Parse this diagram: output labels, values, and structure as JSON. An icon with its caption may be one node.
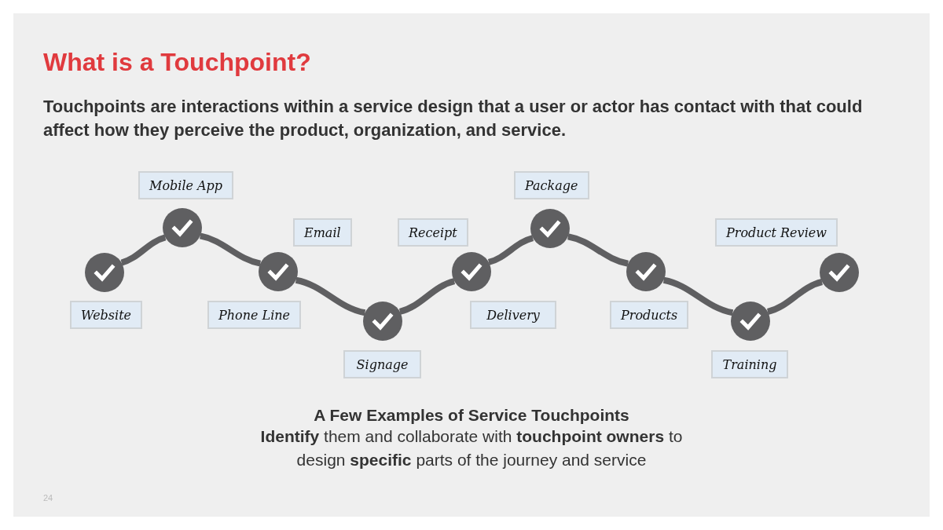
{
  "diagram": {
    "title": "What is a Touchpoint?",
    "caption": "A Few Examples of Service Touchpoints",
    "nodes": [
      {
        "text": [
          "Mobile App"
        ]
      },
      {
        "text": [
          "Package"
        ]
      },
      {
        "text": [
          "Email"
        ]
      },
      {
        "text": [
          "Receipt"
        ]
      },
      {
        "text": [
          "Product Review"
        ]
      },
      {
        "text": [
          "Website"
        ]
      },
      {
        "text": [
          "Phone Line"
        ]
      },
      {
        "text": [
          "Delivery"
        ]
      },
      {
        "text": [
          "Products"
        ]
      },
      {
        "text": [
          "Signage"
        ]
      },
      {
        "text": [
          "Training"
        ]
      },
      {
        "text": [],
        "shape": "circle"
      },
      {
        "text": [],
        "shape": "circle"
      },
      {
        "text": [],
        "shape": "circle"
      },
      {
        "text": [],
        "shape": "circle"
      },
      {
        "text": [],
        "shape": "circle"
      },
      {
        "text": [],
        "shape": "circle"
      },
      {
        "text": [],
        "shape": "circle"
      },
      {
        "text": [],
        "shape": "circle"
      },
      {
        "text": [],
        "shape": "circle"
      }
    ],
    "edges": [
      {
        "from": 11,
        "to": 12,
        "arrow": "none"
      },
      {
        "from": 12,
        "to": 13,
        "arrow": "none"
      },
      {
        "from": 13,
        "to": 14,
        "arrow": "none"
      },
      {
        "from": 14,
        "to": 15,
        "arrow": "none"
      },
      {
        "from": 15,
        "to": 16,
        "arrow": "none"
      },
      {
        "from": 16,
        "to": 17,
        "arrow": "none"
      },
      {
        "from": 17,
        "to": 18,
        "arrow": "none"
      },
      {
        "from": 18,
        "to": 19,
        "arrow": "none"
      }
    ],
    "labels": [
      "Touchpoints are interactions within a service design that a user or actor has contact with that could affect how they perceive the product, organization, and service.",
      "**Identify** them and collaborate with **touchpoint owners** to design **specific** parts of the journey and service",
      "24"
    ]
  }
}
